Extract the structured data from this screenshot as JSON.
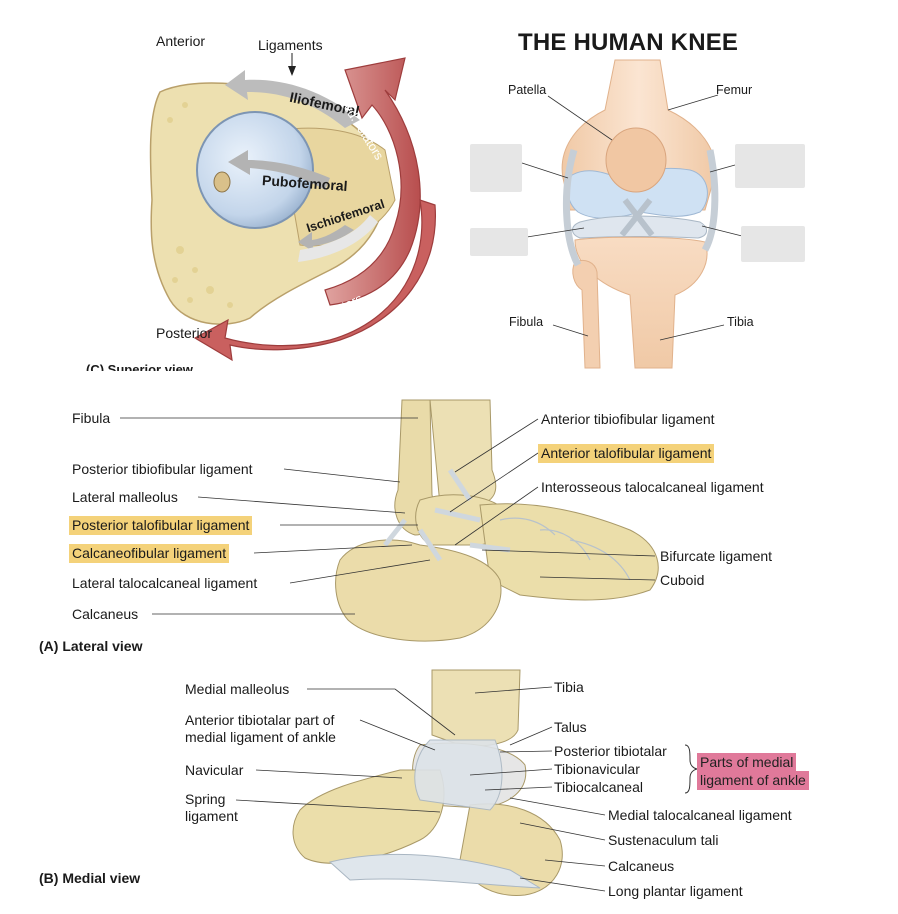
{
  "hip": {
    "anterior": "Anterior",
    "posterior": "Posterior",
    "ligaments": "Ligaments",
    "iliofemoral": "Iliofemoral",
    "pubofemoral": "Pubofemoral",
    "ischiofemoral": "Ischiofemoral",
    "med_rotators": "Med. rotators",
    "lat_rotators": "Lateral rotators",
    "view": "(C) Superior view"
  },
  "knee": {
    "title": "THE HUMAN KNEE",
    "patella": "Patella",
    "femur": "Femur",
    "fibula": "Fibula",
    "tibia": "Tibia"
  },
  "lateral": {
    "view": "(A) Lateral view",
    "left": [
      "Fibula",
      "Posterior tibiofibular ligament",
      "Lateral malleolus",
      "Posterior talofibular ligament",
      "Calcaneofibular ligament",
      "Lateral talocalcaneal ligament",
      "Calcaneus"
    ],
    "right": [
      "Anterior tibiofibular ligament",
      "Anterior talofibular ligament",
      "Interosseous talocalcaneal ligament",
      "Bifurcate ligament",
      "Cuboid"
    ]
  },
  "medial": {
    "view": "(B) Medial view",
    "left": [
      "Medial malleolus",
      "Anterior tibiotalar part of",
      "medial ligament of ankle",
      "Navicular",
      "Spring",
      "ligament"
    ],
    "right": [
      "Tibia",
      "Talus",
      "Posterior tibiotalar",
      "Tibionavicular",
      "Tibiocalcaneal",
      "Medial talocalcaneal ligament",
      "Sustenaculum tali",
      "Calcaneus",
      "Long plantar ligament"
    ],
    "group": [
      "Parts of medial",
      "ligament of ankle"
    ]
  },
  "colors": {
    "highlight_yellow": "#f4d27a",
    "highlight_pink": "#e0799a",
    "bone": "#efe2b4",
    "ligament": "#dfe6ec",
    "cartilage": "#c9d9ec",
    "rotator_red": "#c9605f"
  }
}
